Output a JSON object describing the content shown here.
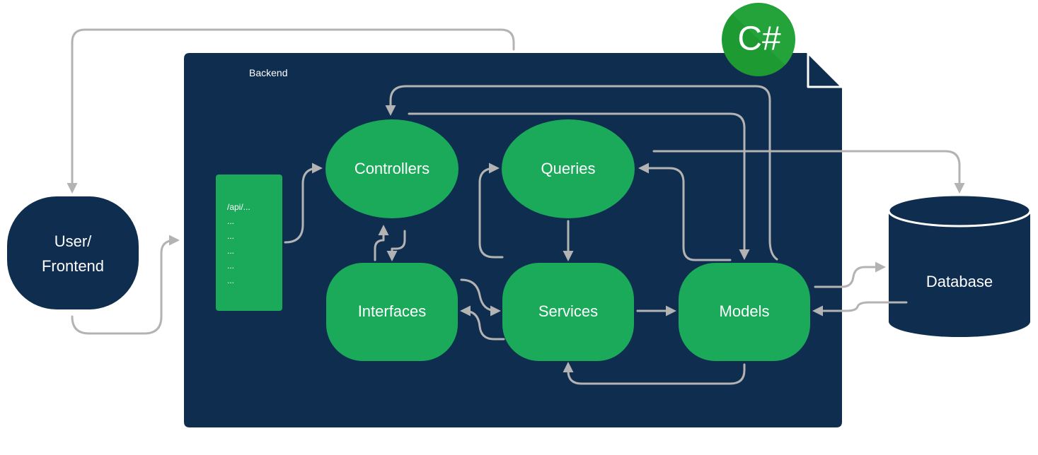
{
  "backend": {
    "title": "Backend"
  },
  "badge": {
    "text": "C#",
    "color": "#1e9a32"
  },
  "api_list": {
    "items": [
      "/api/...",
      "...",
      "...",
      "...",
      "...",
      "..."
    ]
  },
  "nodes": {
    "controllers": "Controllers",
    "queries": "Queries",
    "interfaces": "Interfaces",
    "services": "Services",
    "models": "Models",
    "user_line1": "User/",
    "user_line2": "Frontend",
    "database": "Database"
  },
  "colors": {
    "navy": "#0f2d4f",
    "green": "#1aaa5a",
    "connector": "#b3b3b3"
  }
}
